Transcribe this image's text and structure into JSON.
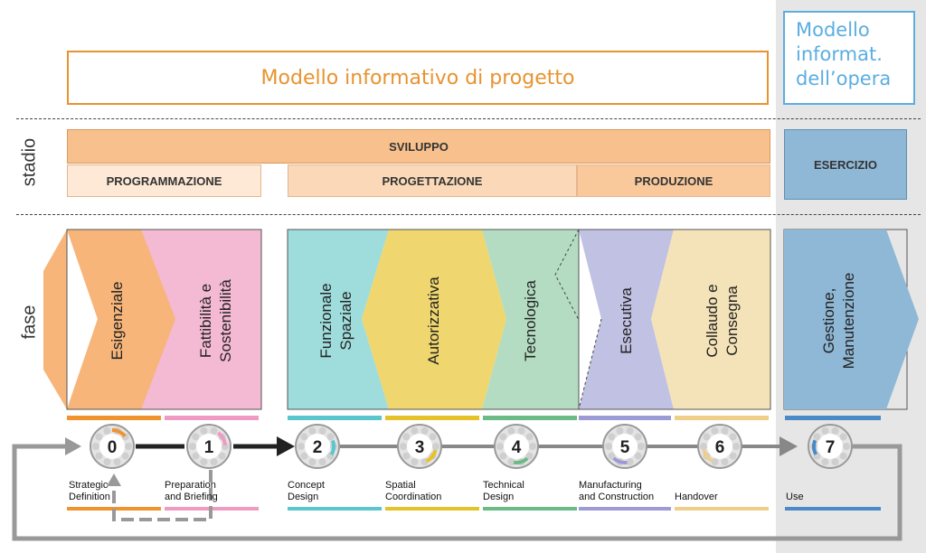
{
  "header": {
    "title": "Modello informativo di progetto",
    "opera_lines": [
      "Modello",
      "informat.",
      "dell’opera"
    ]
  },
  "labels": {
    "stadio": "stadio",
    "fase": "fase"
  },
  "stadio": {
    "sviluppo": "SVILUPPO",
    "programmazione": "PROGRAMMAZIONE",
    "progettazione": "PROGETTAZIONE",
    "produzione": "PRODUZIONE",
    "esercizio": "ESERCIZIO"
  },
  "fasi": [
    {
      "lines": [
        "Esigenziale"
      ],
      "color": "#f7b57a"
    },
    {
      "lines": [
        "Fattibilità e",
        "Sostenibilità"
      ],
      "color": "#f4b9d3"
    },
    {
      "lines": [
        "Funzionale",
        "Spaziale"
      ],
      "color": "#9fdcdc"
    },
    {
      "lines": [
        "Autorizzativa"
      ],
      "color": "#efd66e"
    },
    {
      "lines": [
        "Tecnologica"
      ],
      "color": "#b3dcc2"
    },
    {
      "lines": [
        "Esecutiva"
      ],
      "color": "#c1c1e4"
    },
    {
      "lines": [
        "Collaudo e",
        "Consegna"
      ],
      "color": "#f4e3b8"
    },
    {
      "lines": [
        "Gestione,",
        "Manutenzione"
      ],
      "color": "#8fb8d6"
    }
  ],
  "stages": [
    {
      "number": "0",
      "line1": "Strategic",
      "line2": "Definition",
      "color": "#f0932e"
    },
    {
      "number": "1",
      "line1": "Preparation",
      "line2": "and Briefing",
      "color": "#ef9ac3"
    },
    {
      "number": "2",
      "line1": "Concept",
      "line2": "Design",
      "color": "#5cc6ce"
    },
    {
      "number": "3",
      "line1": "Spatial",
      "line2": "Coordination",
      "color": "#e6c22a"
    },
    {
      "number": "4",
      "line1": "Technical",
      "line2": "Design",
      "color": "#6cbb86"
    },
    {
      "number": "5",
      "line1": "Manufacturing",
      "line2": "and Construction",
      "color": "#9d9bd6"
    },
    {
      "number": "6",
      "line1": "Handover",
      "line2": "",
      "color": "#efce8a"
    },
    {
      "number": "7",
      "line1": "Use",
      "line2": "",
      "color": "#4b8ac7"
    }
  ],
  "colors": {
    "orange_accent": "#e8932f",
    "blue_accent": "#5aaee0",
    "sviluppo_band": "#f7c08c",
    "programmazione_band": "#fde9d5",
    "progettazione_band": "#fbd3ad",
    "produzione_band": "#f9c99c",
    "esercizio_band": "#8fb8d6"
  }
}
